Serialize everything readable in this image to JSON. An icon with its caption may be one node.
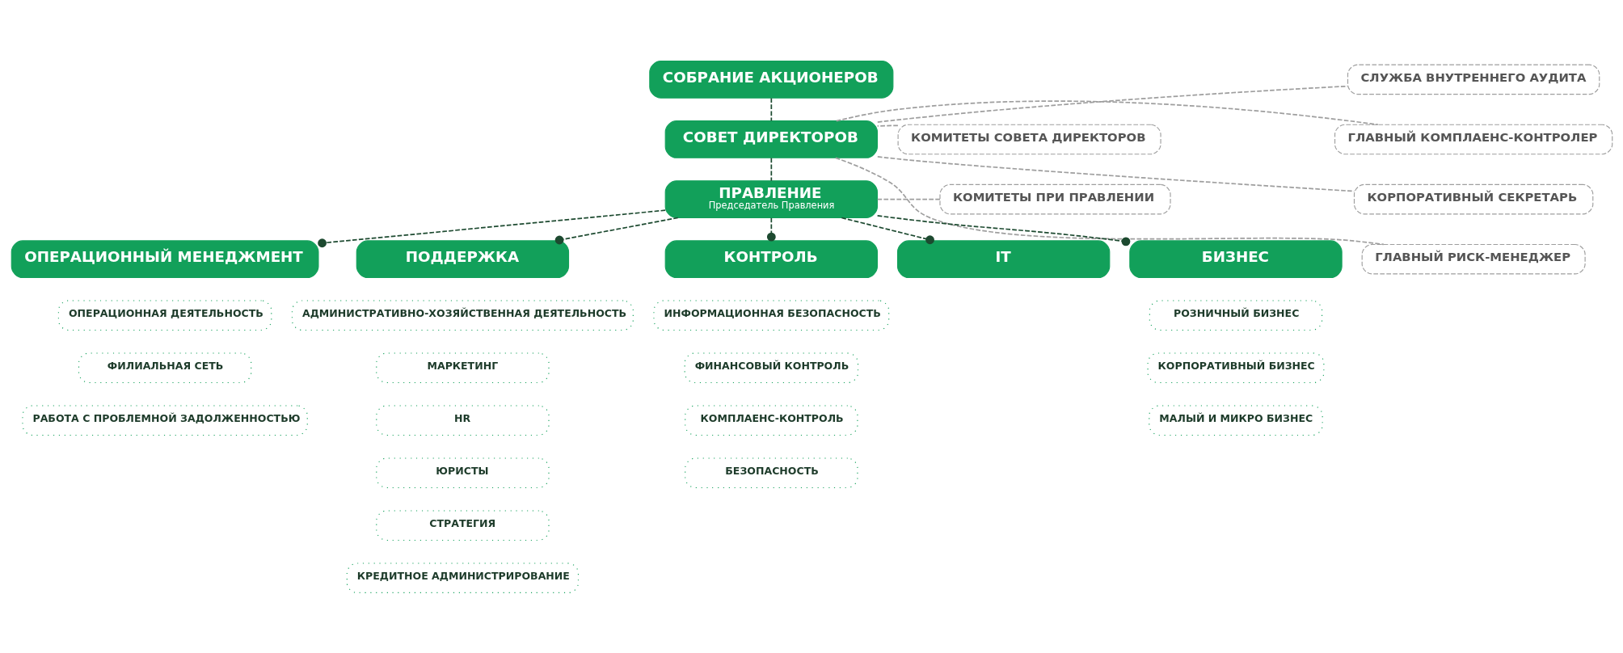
{
  "diagram": {
    "nodes": [
      {
        "text": [
          "СОБРАНИЕ АКЦИОНЕРОВ"
        ]
      },
      {
        "text": [
          "СОВЕТ ДИРЕКТОРОВ"
        ]
      },
      {
        "text": [
          "ПРАВЛЕНИЕ",
          "Председатель Правления"
        ]
      },
      {
        "text": [
          "КОМИТЕТЫ СОВЕТА ДИРЕКТОРОВ"
        ]
      },
      {
        "text": [
          "КОМИТЕТЫ ПРИ ПРАВЛЕНИИ"
        ]
      },
      {
        "text": [
          "СЛУЖБА ВНУТРЕННЕГО АУДИТА"
        ]
      },
      {
        "text": [
          "ГЛАВНЫЙ КОМПЛАЕНС-КОНТРОЛЕР"
        ]
      },
      {
        "text": [
          "КОРПОРАТИВНЫЙ СЕКРЕТАРЬ"
        ]
      },
      {
        "text": [
          "ГЛАВНЫЙ РИСК-МЕНЕДЖЕР"
        ]
      },
      {
        "text": [
          "БИЗНЕС"
        ]
      },
      {
        "text": [
          "ОПЕРАЦИОННЫЙ МЕНЕДЖМЕНТ"
        ]
      },
      {
        "text": [
          "ПОДДЕРЖКА"
        ]
      },
      {
        "text": [
          "КОНТРОЛЬ"
        ]
      },
      {
        "text": [
          "IT"
        ]
      },
      {
        "text": [
          "РОЗНИЧНЫЙ БИЗНЕС"
        ]
      },
      {
        "text": [
          "КОРПОРАТИВНЫЙ БИЗНЕС"
        ]
      },
      {
        "text": [
          "МАЛЫЙ И МИКРО БИЗНЕС"
        ]
      },
      {
        "text": [
          "ОПЕРАЦИОННАЯ ДЕЯТЕЛЬНОСТЬ"
        ]
      },
      {
        "text": [
          "ФИЛИАЛЬНАЯ СЕТЬ"
        ]
      },
      {
        "text": [
          "РАБОТА С ПРОБЛЕМНОЙ ЗАДОЛЖЕННОСТЬЮ"
        ]
      },
      {
        "text": [
          "АДМИНИСТРАТИВНО-ХОЗЯЙСТВЕННАЯ ДЕЯТЕЛЬНОСТЬ"
        ]
      },
      {
        "text": [
          "МАРКЕТИНГ"
        ]
      },
      {
        "text": [
          "HR"
        ]
      },
      {
        "text": [
          "ЮРИСТЫ"
        ]
      },
      {
        "text": [
          "СТРАТЕГИЯ"
        ]
      },
      {
        "text": [
          "КРЕДИТНОЕ АДМИНИСТРИРОВАНИЕ"
        ]
      },
      {
        "text": [
          "ИНФОРМАЦИОННАЯ БЕЗОПАСНОСТЬ"
        ]
      },
      {
        "text": [
          "ФИНАНСОВЫЙ КОНТРОЛЬ"
        ]
      },
      {
        "text": [
          "КОМПЛАЕНС-КОНТРОЛЬ"
        ]
      },
      {
        "text": [
          "БЕЗОПАСНОСТЬ"
        ]
      }
    ],
    "edges": [
      {
        "from": 0,
        "to": 1,
        "arrow": "none",
        "style": "dashed"
      },
      {
        "from": 1,
        "to": 2,
        "arrow": "none",
        "style": "dashed"
      },
      {
        "from": 3,
        "to": 1,
        "arrow": "none",
        "style": "dashed",
        "color": "#9e9e9e"
      },
      {
        "from": 4,
        "to": 2,
        "arrow": "none",
        "style": "dashed",
        "color": "#9e9e9e"
      },
      {
        "from": 1,
        "to": 5,
        "arrow": "none",
        "style": "dashed",
        "color": "#9e9e9e"
      },
      {
        "from": 1,
        "to": 6,
        "arrow": "none",
        "style": "dashed",
        "color": "#9e9e9e"
      },
      {
        "from": 1,
        "to": 7,
        "arrow": "none",
        "style": "dashed",
        "color": "#9e9e9e"
      },
      {
        "from": 1,
        "to": 8,
        "arrow": "none",
        "style": "dashed",
        "color": "#9e9e9e"
      },
      {
        "from": 2,
        "to": 9,
        "arrow": "other",
        "style": "dashed"
      },
      {
        "from": 2,
        "to": 10,
        "arrow": "other",
        "style": "dashed"
      },
      {
        "from": 2,
        "to": 11,
        "arrow": "other",
        "style": "dashed"
      },
      {
        "from": 2,
        "to": 12,
        "arrow": "other",
        "style": "dashed"
      },
      {
        "from": 2,
        "to": 13,
        "arrow": "other",
        "style": "dashed"
      }
    ]
  }
}
